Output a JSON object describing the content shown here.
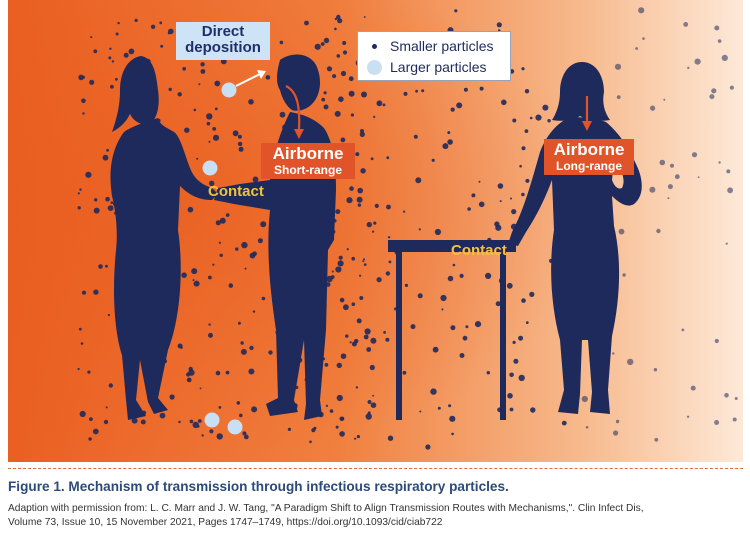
{
  "figure": {
    "labels": {
      "direct_deposition_line1": "Direct",
      "direct_deposition_line2": "deposition",
      "airborne_short_title": "Airborne",
      "airborne_short_sub": "Short-range",
      "airborne_long_title": "Airborne",
      "airborne_long_sub": "Long-range",
      "contact_hand": "Contact",
      "contact_table": "Contact"
    },
    "legend": {
      "smaller": "Smaller particles",
      "larger": "Larger particles"
    },
    "colors": {
      "background_orange": "#ec6a2d",
      "background_light": "#fbe5d3",
      "silhouette_navy": "#1f2a5c",
      "large_particle": "#c9dff3",
      "airborne_label_bg": "#e1542a",
      "contact_text": "#f3c23a",
      "direct_label_bg": "#cfe3f6"
    },
    "icons": [
      "woman-speaker-silhouette",
      "man-listener-silhouette",
      "woman-at-table-silhouette",
      "table-icon",
      "arrow-icon"
    ]
  },
  "caption": {
    "title": "Figure 1. Mechanism of transmission through infectious respiratory particles.",
    "credit_line1": "Adaption with permission from: L. C. Marr and J. W. Tang, \"A Paradigm Shift to Align Transmission Routes with Mechanisms,\". Clin Infect Dis,",
    "credit_line2": "Volume 73, Issue 10, 15 November 2021, Pages 1747–1749, https://doi.org/10.1093/cid/ciab722"
  }
}
